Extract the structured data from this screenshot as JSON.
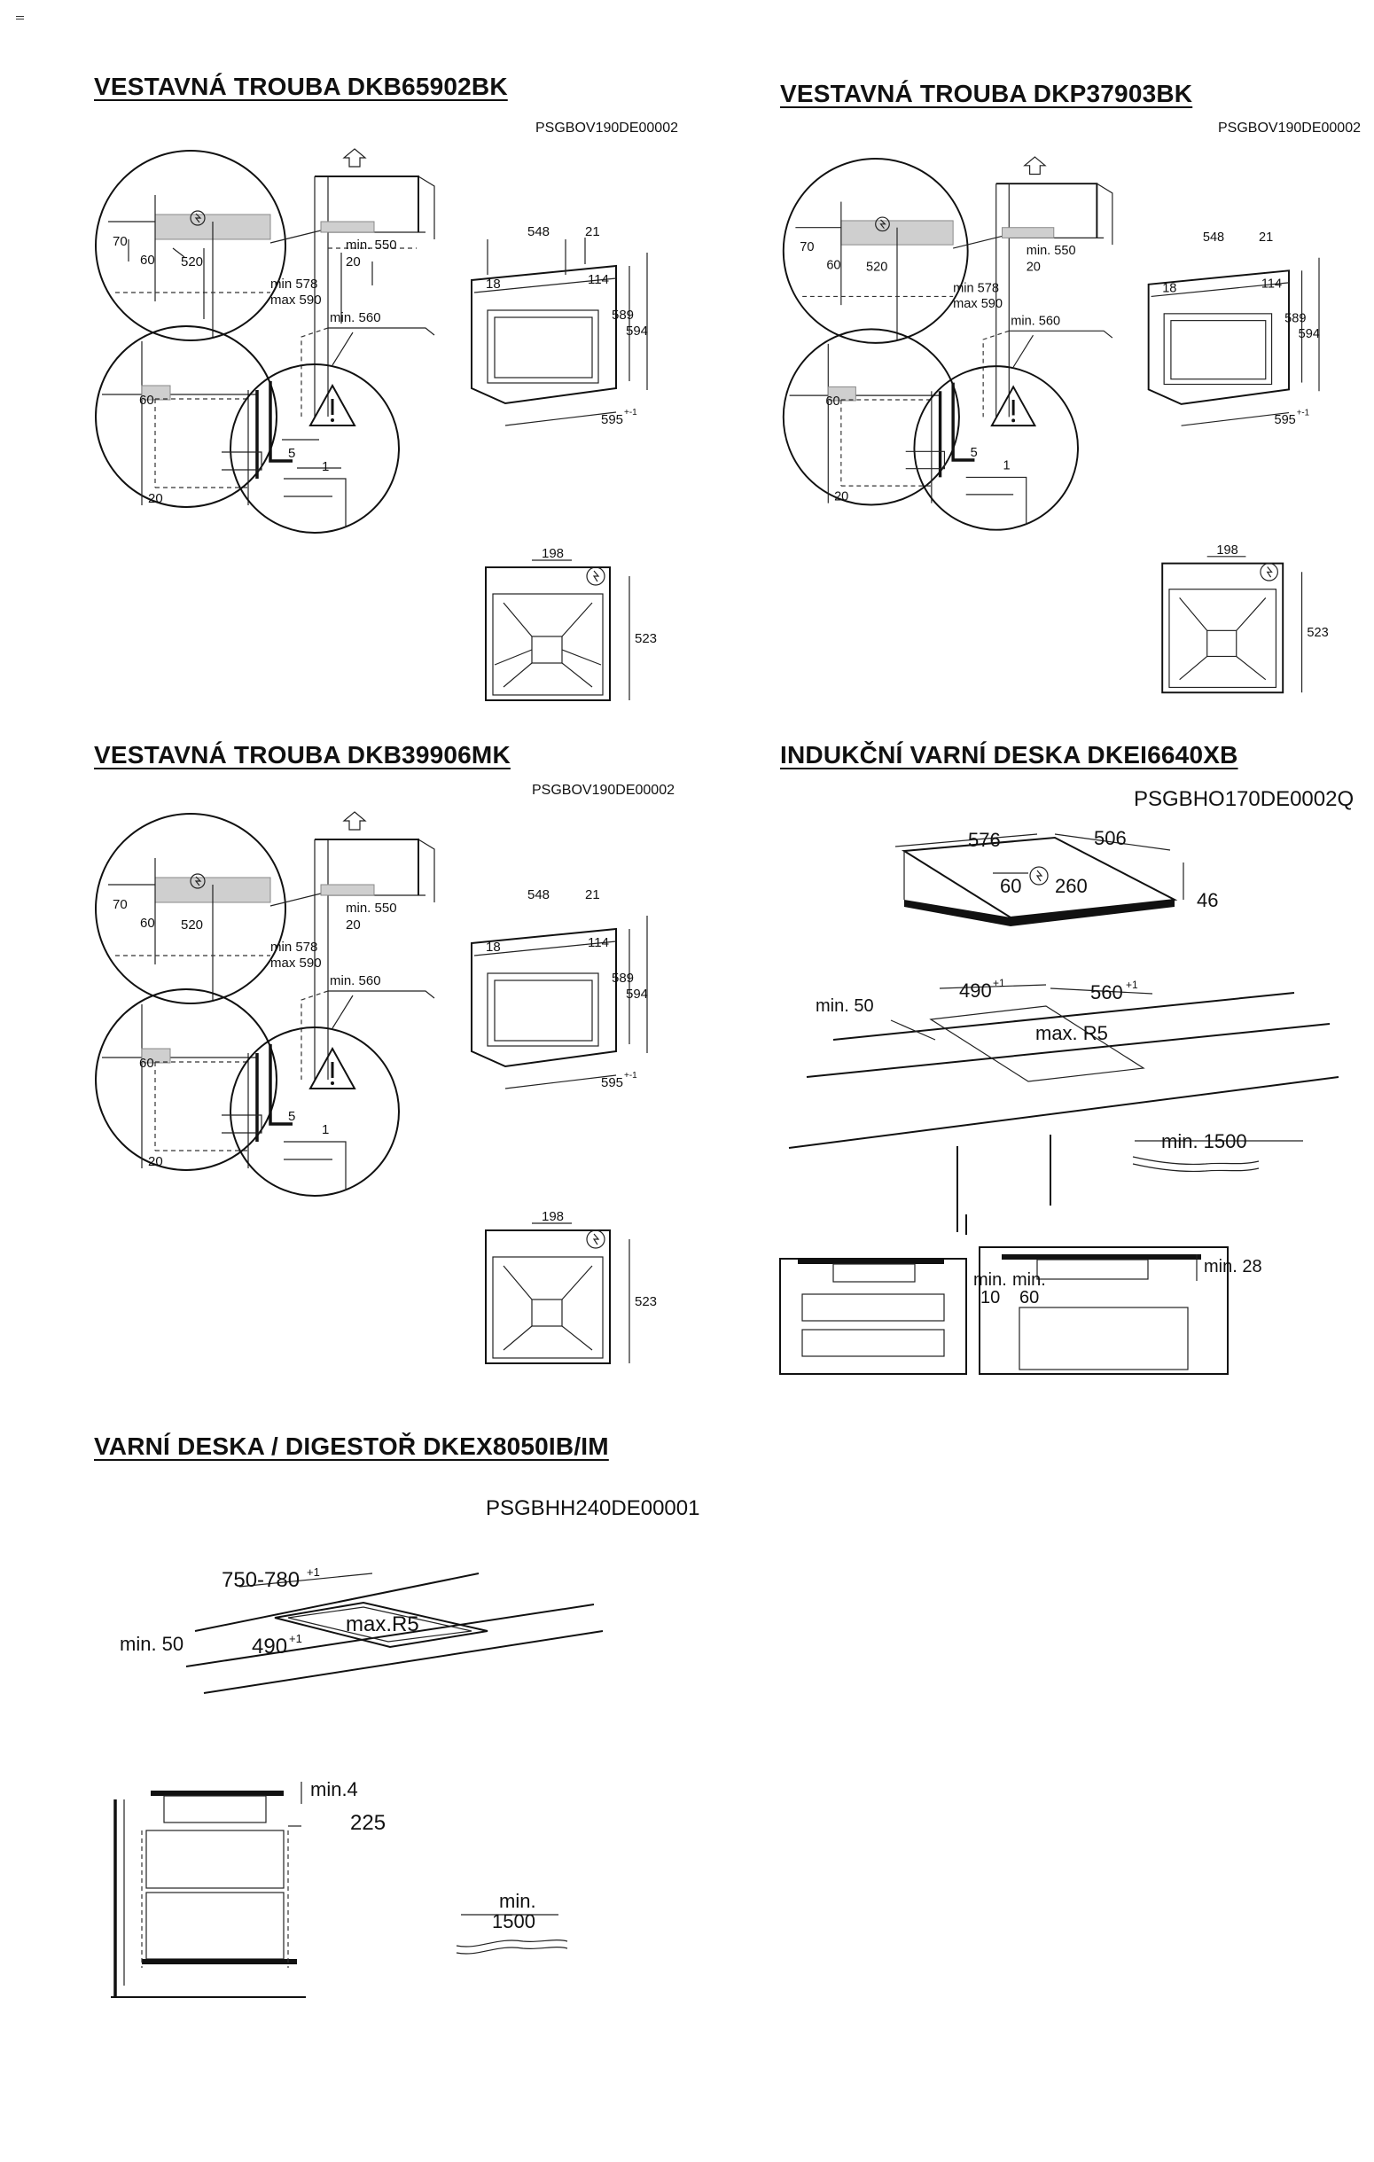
{
  "menu": {
    "icon": "hamburger-menu-icon"
  },
  "sections": [
    {
      "id": "oven1",
      "title": "VESTAVNÁ TROUBA DKB65902BK",
      "code": "PSGBOV190DE00002",
      "dims": {
        "d70": "70",
        "d60": "60",
        "d520": "520",
        "dmin550": "min. 550",
        "d20": "20",
        "dmin578": "min 578",
        "dmax590": "max 590",
        "dmin560": "min. 560",
        "d548": "548",
        "d21": "21",
        "d18": "18",
        "d114": "114",
        "d589": "589",
        "d594": "594",
        "d595": "595",
        "d595sup": "+-1",
        "d60b": "60",
        "d20b": "20",
        "d5": "5",
        "d1": "1",
        "d198": "198",
        "d523": "523"
      }
    },
    {
      "id": "oven2",
      "title": "VESTAVNÁ TROUBA DKP37903BK",
      "code": "PSGBOV190DE00002",
      "dims": {
        "d70": "70",
        "d60": "60",
        "d520": "520",
        "dmin550": "min. 550",
        "d20": "20",
        "dmin578": "min 578",
        "dmax590": "max 590",
        "dmin560": "min. 560",
        "d548": "548",
        "d21": "21",
        "d18": "18",
        "d114": "114",
        "d589": "589",
        "d594": "594",
        "d595": "595",
        "d595sup": "+-1",
        "d60b": "60",
        "d20b": "20",
        "d5": "5",
        "d1": "1",
        "d198": "198",
        "d523": "523"
      }
    },
    {
      "id": "oven3",
      "title": "VESTAVNÁ TROUBA DKB39906MK",
      "code": "PSGBOV190DE00002",
      "dims": {
        "d70": "70",
        "d60": "60",
        "d520": "520",
        "dmin550": "min. 550",
        "d20": "20",
        "dmin578": "min 578",
        "dmax590": "max 590",
        "dmin560": "min. 560",
        "d548": "548",
        "d21": "21",
        "d18": "18",
        "d114": "114",
        "d589": "589",
        "d594": "594",
        "d595": "595",
        "d595sup": "+-1",
        "d60b": "60",
        "d20b": "20",
        "d5": "5",
        "d1": "1",
        "d198": "198",
        "d523": "523"
      }
    },
    {
      "id": "hob",
      "title": "INDUKČNÍ VARNÍ DESKA DKEI6640XB",
      "code": "PSGBHO170DE0002Q",
      "dims": {
        "d576": "576",
        "d506": "506",
        "d60": "60",
        "d260": "260",
        "d46": "46",
        "dmin50": "min. 50",
        "d490": "490",
        "d490sup": "+1",
        "d560": "560",
        "d560sup": "+1",
        "dmaxr5": "max. R5",
        "dmin1500": "min. 1500",
        "dmin10a": "min.",
        "dmin10b": "10",
        "dmin60a": "min.",
        "dmin60b": "60",
        "dmin28": "min. 28"
      }
    },
    {
      "id": "hood",
      "title": "VARNÍ DESKA / DIGESTOŘ DKEX8050IB/IM",
      "code": "PSGBHH240DE00001",
      "dims": {
        "d750": "750-780",
        "d750sup": "+1",
        "dmaxr5": "max.R5",
        "dmin50": "min. 50",
        "d490": "490",
        "d490sup": "+1",
        "dmin4": "min.4",
        "d225": "225",
        "dmin1500a": "min.",
        "dmin1500b": "1500"
      }
    }
  ]
}
